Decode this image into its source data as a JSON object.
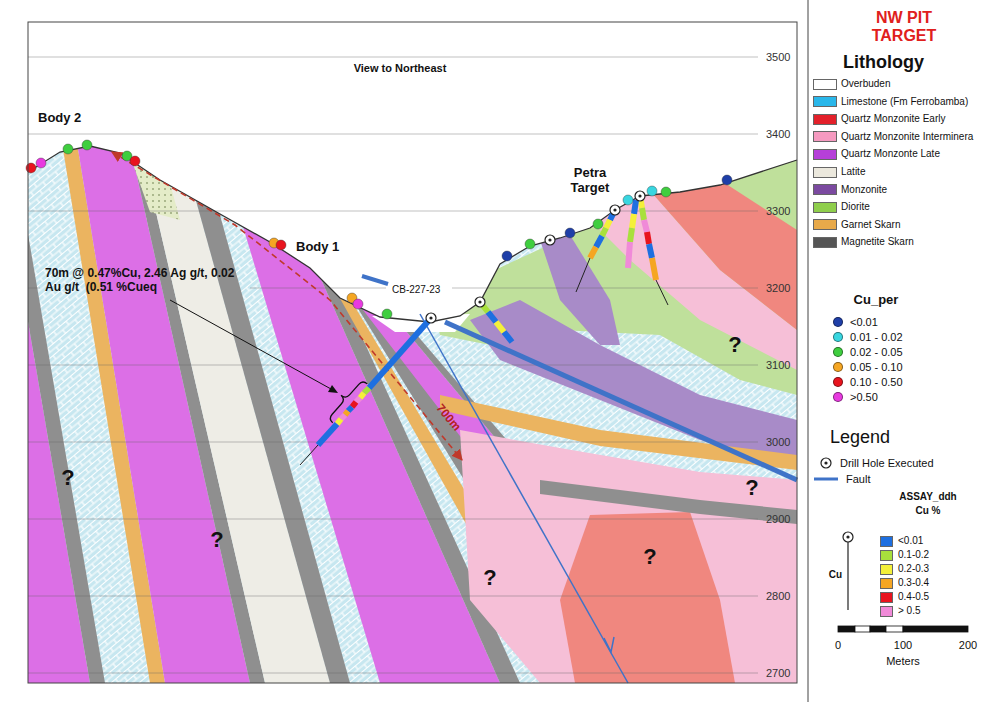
{
  "diagram": {
    "title": "View to Northeast",
    "labels": [
      "NW PIT TARGET",
      "Lithology",
      "Cu_per",
      "Legend",
      "ASSAY_ddh",
      "Cu %",
      "Cu",
      "0",
      "100",
      "200",
      "Meters",
      "3500",
      "3400",
      "3300",
      "3200",
      "3100",
      "3000",
      "2900",
      "2800",
      "2700",
      "Body 2",
      "Body 1",
      "Petra Target",
      "70m @ 0.47%Cu, 2.46 Ag g/t, 0.02 Au g/t  (0.51 %Cueq",
      "700m",
      "CB-227-23",
      "?",
      "?",
      "?",
      "?",
      "?",
      "?"
    ],
    "legend": [
      {
        "text": "Overbuden",
        "color": "#ffffff"
      },
      {
        "text": "Limestone (Fm Ferrobamba)",
        "color": "#2ab7ea"
      },
      {
        "text": "Quartz Monzonite Early",
        "color": "#e3202a"
      },
      {
        "text": "Quartz Monzonite Interminera",
        "color": "#f59ac0"
      },
      {
        "text": "Quartz Monzonte Late",
        "color": "#b63fd9"
      },
      {
        "text": "Latite",
        "color": "#ebe8dd"
      },
      {
        "text": "Monzonite",
        "color": "#7b4aa0"
      },
      {
        "text": "Diorite",
        "color": "#8fce4c"
      },
      {
        "text": "Garnet Skarn",
        "color": "#e7a94a"
      },
      {
        "text": "Magnetite Skarn",
        "color": "#555555"
      },
      {
        "text": "<0.01",
        "color": "#1f3fa8"
      },
      {
        "text": "0.01 - 0.02",
        "color": "#38d6e0"
      },
      {
        "text": "0.02 - 0.05",
        "color": "#3fce3f"
      },
      {
        "text": "0.05 - 0.10",
        "color": "#f5a623"
      },
      {
        "text": "0.10 - 0.50",
        "color": "#e8141e"
      },
      {
        "text": ">0.50",
        "color": "#e83ae0"
      },
      {
        "text": "Drill Hole Executed"
      },
      {
        "text": "Fault"
      },
      {
        "text": "<0.01",
        "color": "#1e6fe0"
      },
      {
        "text": "0.1-0.2",
        "color": "#a8e03c"
      },
      {
        "text": "0.2-0.3",
        "color": "#f4f03a"
      },
      {
        "text": "0.3-0.4",
        "color": "#f5a623"
      },
      {
        "text": "0.4-0.5",
        "color": "#e8141e"
      },
      {
        "text": "> 0.5",
        "color": "#f08ad8"
      }
    ]
  }
}
